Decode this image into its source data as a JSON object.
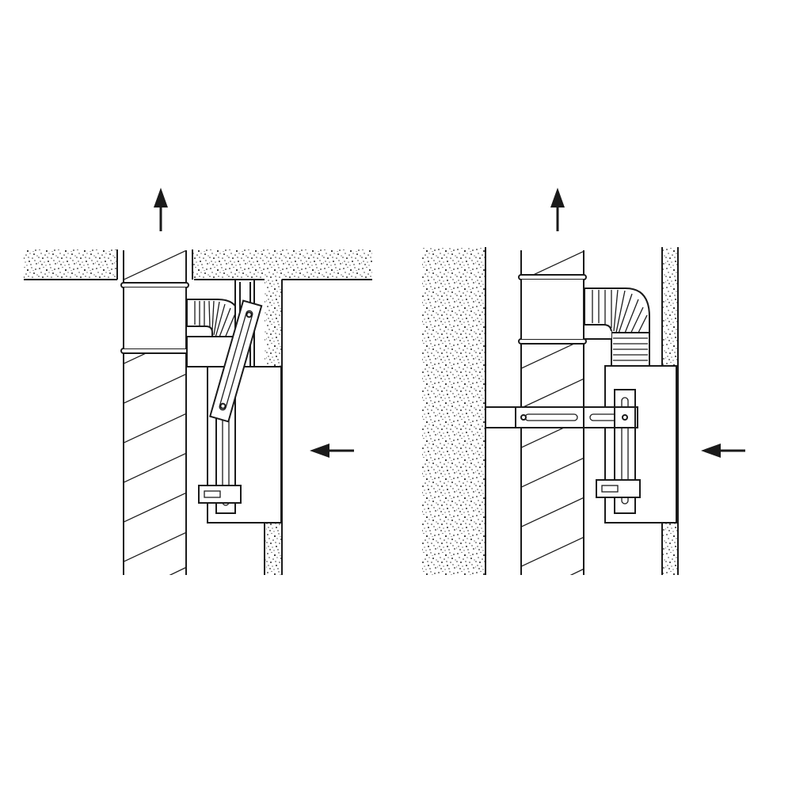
{
  "figure": {
    "panels": [
      {
        "id": "ceiling-mount",
        "mount_surface": "ceiling",
        "flow_out": "up",
        "flow_in": "left"
      },
      {
        "id": "wall-mount",
        "mount_surface": "wall",
        "flow_out": "up",
        "flow_in": "left"
      }
    ]
  },
  "colors": {
    "line": "#1a1a1a",
    "background": "#ffffff",
    "concrete_speckle": "#2a2a2a"
  },
  "icons": [
    "arrow-up-icon",
    "arrow-left-icon"
  ]
}
